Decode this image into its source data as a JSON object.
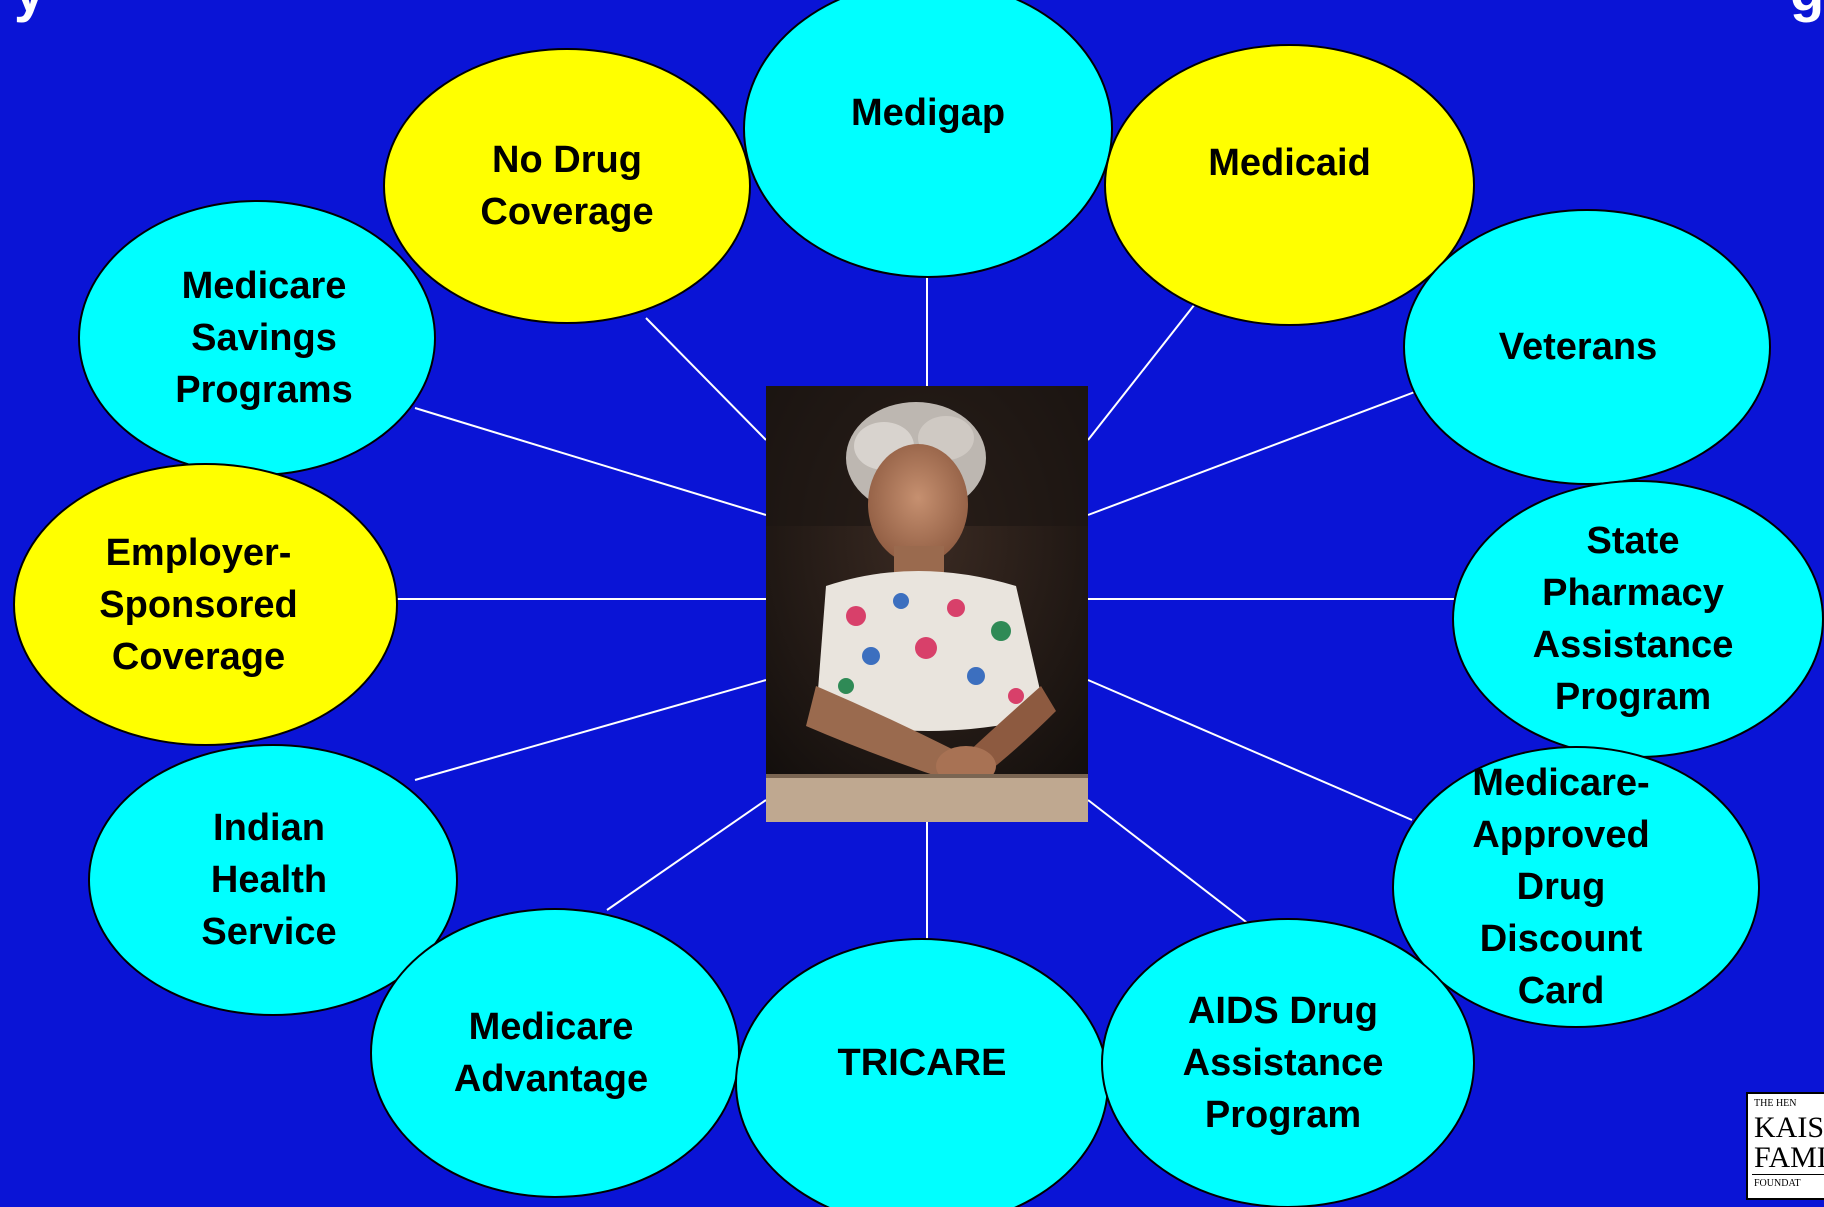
{
  "title_fragment_left": "y",
  "title_fragment_right": "g",
  "center": {
    "photo": "elderly-woman-portrait"
  },
  "nodes": [
    {
      "id": "medigap",
      "label": "Medigap",
      "fill": "#00ffff"
    },
    {
      "id": "no-drug-coverage",
      "label": "No Drug\nCoverage",
      "fill": "#ffff00"
    },
    {
      "id": "medicaid",
      "label": "Medicaid",
      "fill": "#ffff00"
    },
    {
      "id": "medicare-savings-programs",
      "label": "Medicare\nSavings\nPrograms",
      "fill": "#00ffff"
    },
    {
      "id": "veterans",
      "label": "Veterans",
      "fill": "#00ffff"
    },
    {
      "id": "employer-sponsored-coverage",
      "label": "Employer-\nSponsored\nCoverage",
      "fill": "#ffff00"
    },
    {
      "id": "state-pharmacy-assistance-program",
      "label": "State\nPharmacy\nAssistance\nProgram",
      "fill": "#00ffff"
    },
    {
      "id": "indian-health-service",
      "label": "Indian\nHealth\nService",
      "fill": "#00ffff"
    },
    {
      "id": "medicare-approved-drug-discount-card",
      "label": "Medicare-\nApproved\nDrug\nDiscount\nCard",
      "fill": "#00ffff"
    },
    {
      "id": "medicare-advantage",
      "label": "Medicare\nAdvantage",
      "fill": "#00ffff"
    },
    {
      "id": "tricare",
      "label": "TRICARE",
      "fill": "#00ffff"
    },
    {
      "id": "aids-drug-assistance-program",
      "label": "AIDS Drug\nAssistance\nProgram",
      "fill": "#00ffff"
    }
  ],
  "logo": {
    "line1": "THE HEN",
    "line2": "KAIS",
    "line3": "FAMI",
    "line4": "FOUNDAT"
  },
  "colors": {
    "background": "#0a14d6",
    "cyan": "#00ffff",
    "yellow": "#ffff00",
    "connector": "#ffffff"
  }
}
